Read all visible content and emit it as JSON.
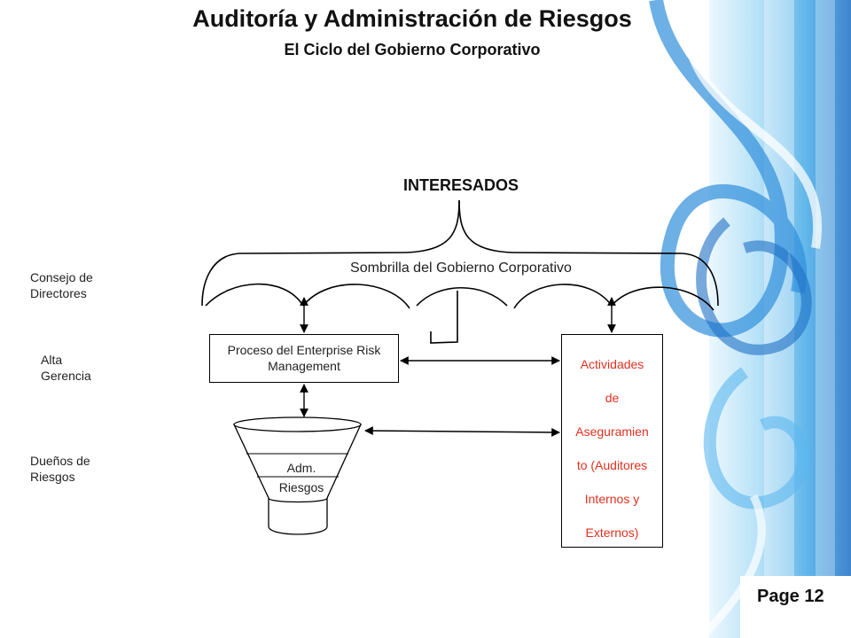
{
  "slide": {
    "title": "Auditoría y Administración de Riesgos",
    "subtitle": "El Ciclo del Gobierno Corporativo",
    "page_label": "Page 12"
  },
  "diagram": {
    "stakeholders": "INTERESADOS",
    "umbrella_label": "Sombrilla del Gobierno Corporativo",
    "levels": {
      "board": "Consejo de\nDirectores",
      "senior_management": "Alta\nGerencia",
      "risk_owners": "Dueños de\nRiesgos"
    },
    "erm_process": "Proceso del Enterprise Risk Management",
    "assurance_activities": "Actividades\nde\nAseguramien\nto (Auditores\nInternos y\nExternos)",
    "risk_admin": "Adm.\nRiesgos"
  },
  "colors": {
    "assurance_text": "#e0311f",
    "background_art_dark": "#1e6fc4",
    "background_art_light": "#7cc4f0"
  }
}
